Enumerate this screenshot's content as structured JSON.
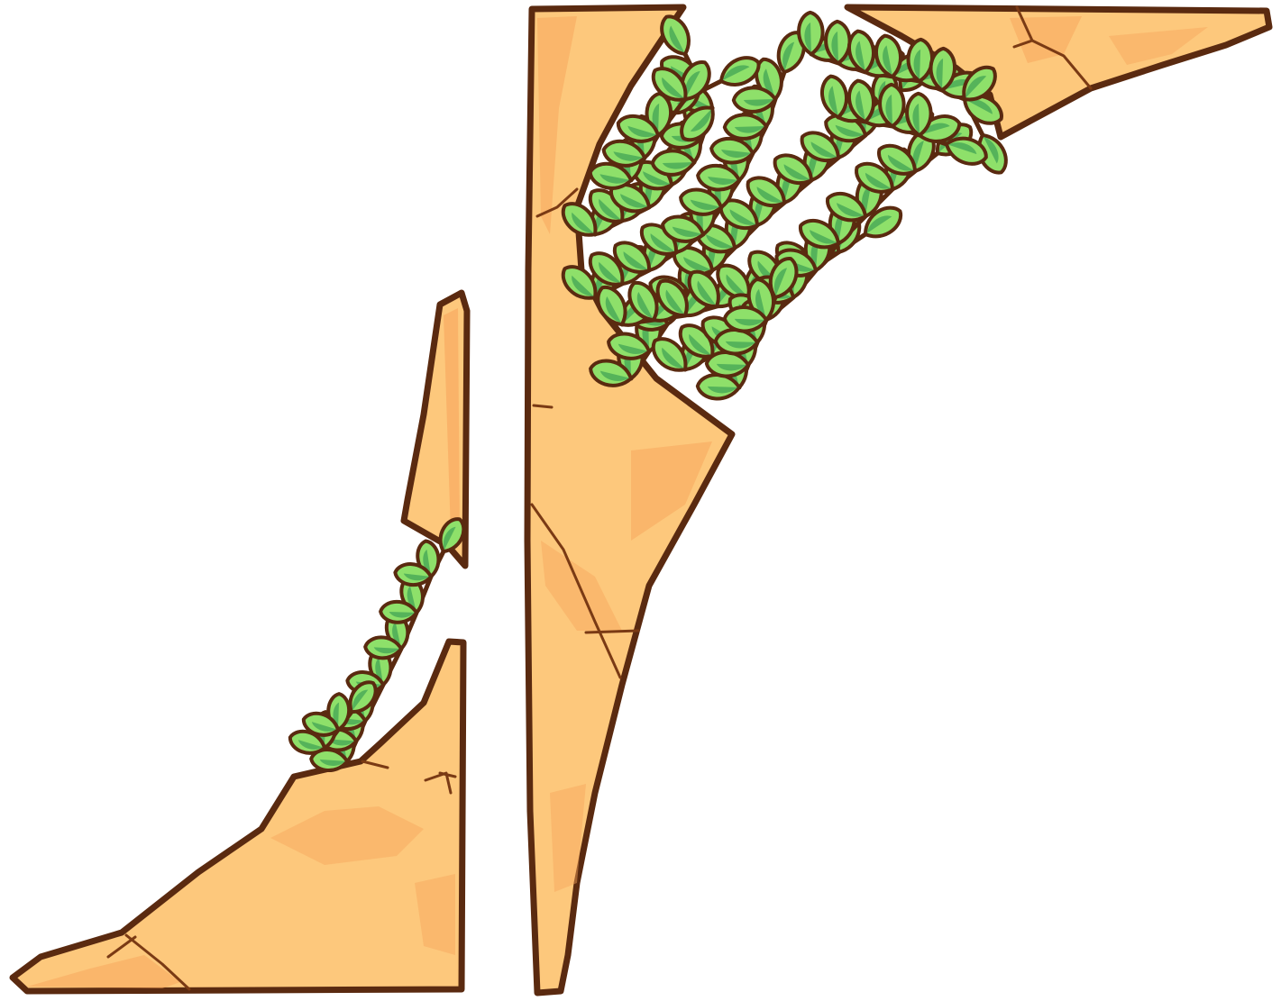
{
  "scene": {
    "background_color": "#ffffff",
    "colors": {
      "rock_fill": "#fdc87c",
      "rock_shade": "#f7a35a",
      "rock_outline": "#5a2a10",
      "leaf_light": "#8ee06a",
      "leaf_dark": "#55b35a",
      "leaf_outline": "#5a2a10"
    },
    "elements": [
      {
        "name": "left-rock-upper",
        "icon": "rock-shard"
      },
      {
        "name": "left-rock-lower",
        "icon": "rock-slope"
      },
      {
        "name": "center-pillar",
        "icon": "rock-pillar"
      },
      {
        "name": "top-right-ledge",
        "icon": "rock-ledge"
      },
      {
        "name": "large-vine-cluster",
        "icon": "leafy-vine"
      },
      {
        "name": "small-vine",
        "icon": "leafy-vine"
      }
    ]
  }
}
